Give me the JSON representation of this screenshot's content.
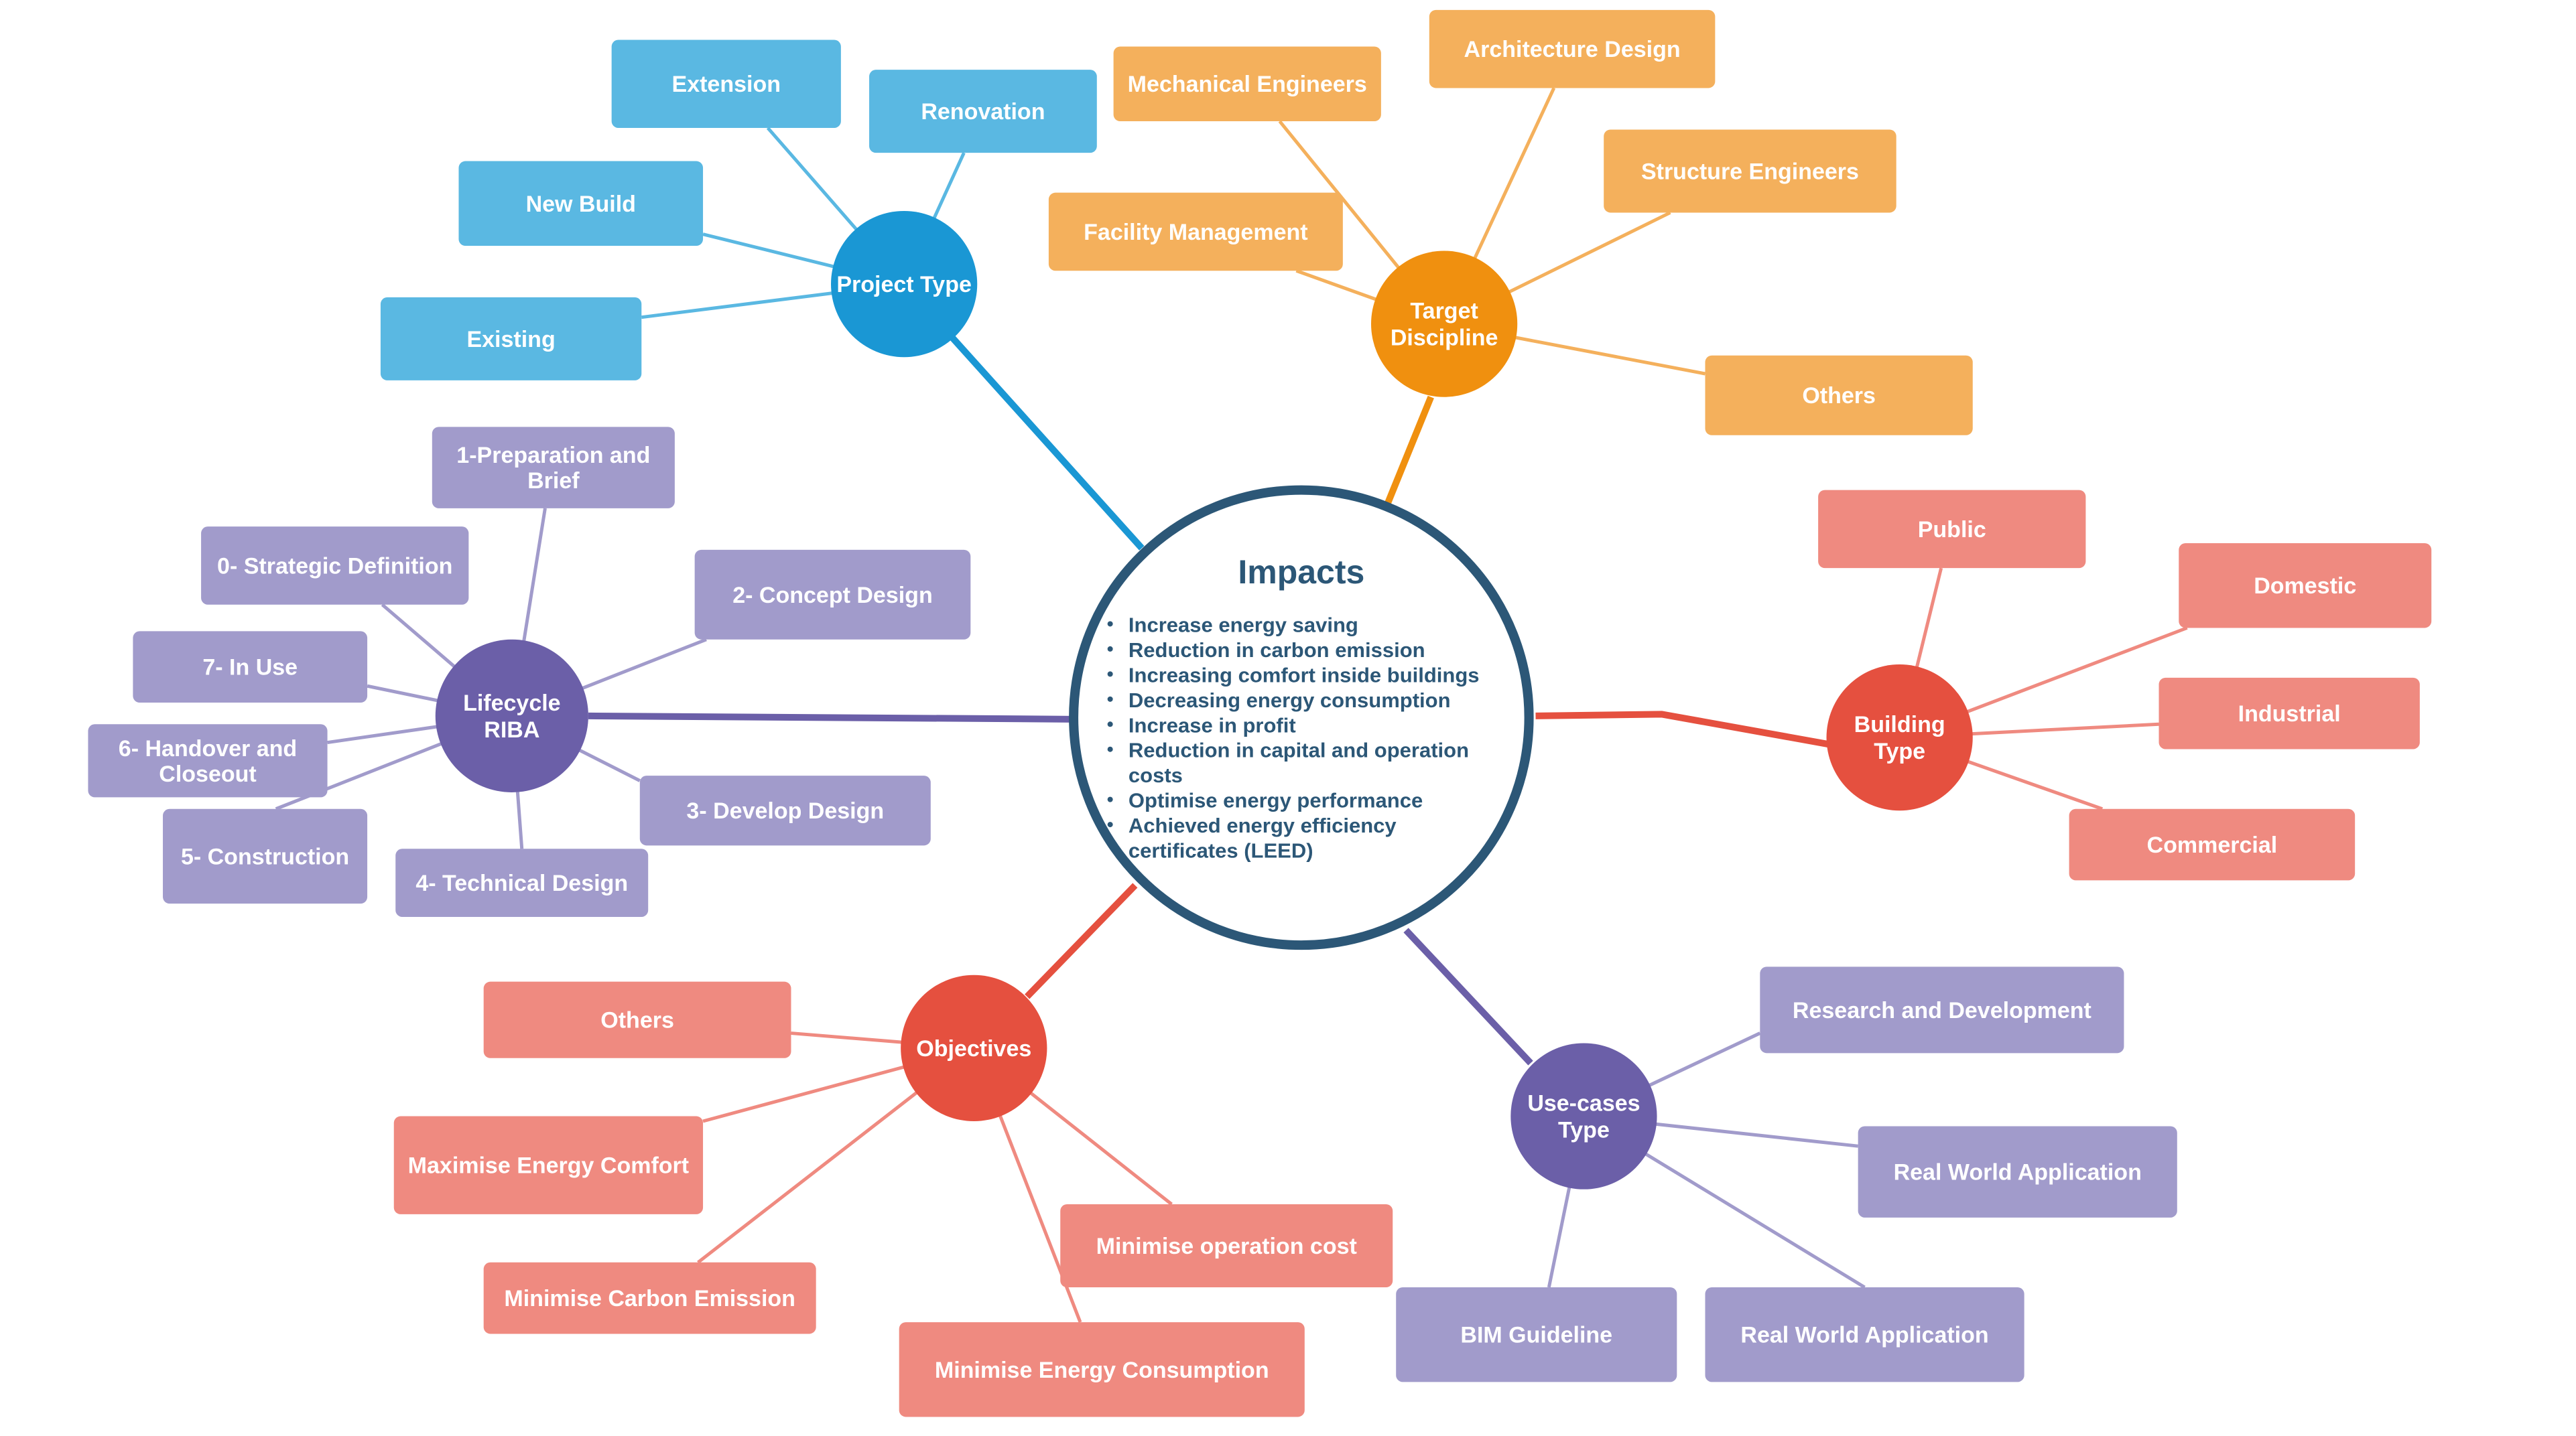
{
  "central": {
    "title": "Impacts",
    "items": [
      "Increase energy saving",
      "Reduction in carbon emission",
      "Increasing comfort inside buildings",
      "Decreasing energy consumption",
      "Increase in profit",
      "Reduction in capital and operation",
      "costs",
      "Optimise energy performance",
      "Achieved energy efficiency",
      "certificates (LEED)"
    ]
  },
  "branches": {
    "project_type": {
      "label": [
        "Project Type"
      ],
      "color": "#1a97d4",
      "leaf_color": "#5ab8e2",
      "leaves": {
        "extension": [
          "Extension"
        ],
        "renovation": [
          "Renovation"
        ],
        "new_build": [
          "New Build"
        ],
        "existing": [
          "Existing"
        ]
      }
    },
    "target_discipline": {
      "label": [
        "Target",
        "Discipline"
      ],
      "color": "#f0900f",
      "leaf_color": "#f4b05c",
      "leaves": {
        "mechanical": [
          "Mechanical Engineers"
        ],
        "architecture": [
          "Architecture Design"
        ],
        "facility": [
          "Facility Management"
        ],
        "structure": [
          "Structure Engineers"
        ],
        "others": [
          "Others"
        ]
      }
    },
    "lifecycle": {
      "label": [
        "Lifecycle",
        "RIBA"
      ],
      "color": "#6b5fa8",
      "leaf_color": "#a19bcb",
      "leaves": {
        "stage1": [
          "1-Preparation and",
          "Brief"
        ],
        "stage0": [
          "0- Strategic Definition"
        ],
        "stage2": [
          "2- Concept Design"
        ],
        "stage7": [
          "7- In Use"
        ],
        "stage6": [
          "6- Handover and",
          "Closeout"
        ],
        "stage3": [
          "3- Develop Design"
        ],
        "stage5": [
          "5- Construction"
        ],
        "stage4": [
          "4- Technical Design"
        ]
      }
    },
    "building_type": {
      "label": [
        "Building",
        "Type"
      ],
      "color": "#e5503f",
      "leaf_color": "#ef8a80",
      "leaves": {
        "public": [
          "Public"
        ],
        "domestic": [
          "Domestic"
        ],
        "industrial": [
          "Industrial"
        ],
        "commercial": [
          "Commercial"
        ]
      }
    },
    "objectives": {
      "label": [
        "Objectives"
      ],
      "color": "#e5503f",
      "leaf_color": "#ef8a80",
      "leaves": {
        "others": [
          "Others"
        ],
        "comfort": [
          "Maximise Energy Comfort"
        ],
        "carbon": [
          "Minimise Carbon Emission"
        ],
        "operation": [
          "Minimise operation cost"
        ],
        "consumption": [
          "Minimise Energy Consumption"
        ]
      }
    },
    "use_cases": {
      "label": [
        "Use-cases",
        "Type"
      ],
      "color": "#6b5fa8",
      "leaf_color": "#a19bcb",
      "leaves": {
        "research": [
          "Research and Development"
        ],
        "real_world_1": [
          "Real World Application"
        ],
        "bim": [
          "BIM Guideline"
        ],
        "real_world_2": [
          "Real World Application"
        ]
      }
    }
  }
}
